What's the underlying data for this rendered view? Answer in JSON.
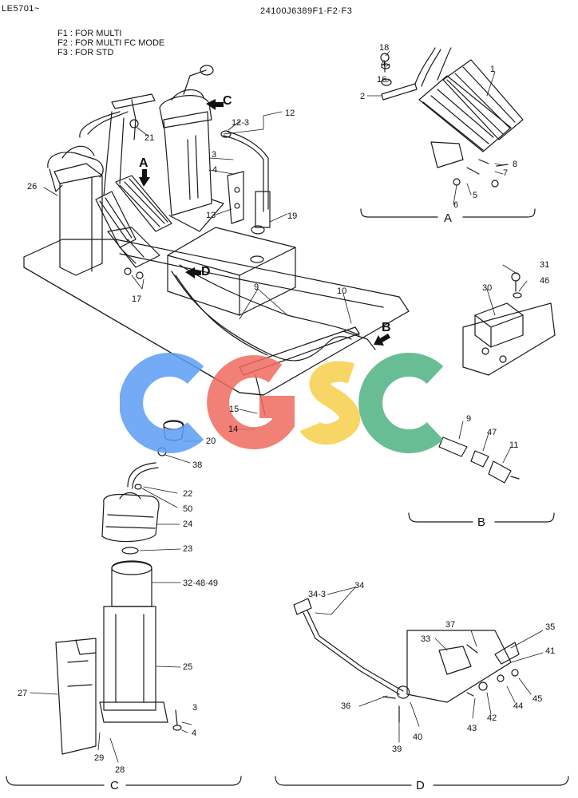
{
  "header": {
    "code_left": "LE5701~",
    "code_right": "24100J6389F1·F2·F3",
    "notes": [
      "F1 : FOR MULTI",
      "F2 : FOR MULTI FC MODE",
      "F3 : FOR STD"
    ]
  },
  "views": {
    "a": "A",
    "b": "B",
    "c": "C",
    "d": "D"
  },
  "callouts": {
    "c": "C",
    "a": "A",
    "d": "D",
    "b": "B"
  },
  "parts": {
    "p1": "1",
    "p2": "2",
    "p3": "3",
    "p4": "4",
    "p5": "5",
    "p6": "6",
    "p7": "7",
    "p8": "8",
    "p9": "9",
    "p10": "10",
    "p11": "11",
    "p12": "12",
    "p12_3": "12-3",
    "p13": "13",
    "p14": "14",
    "p15": "15",
    "p16": "16",
    "p17": "17",
    "p18": "18",
    "p19": "19",
    "p20": "20",
    "p21": "21",
    "p22": "22",
    "p23": "23",
    "p24": "24",
    "p25": "25",
    "p26": "26",
    "p27": "27",
    "p28": "28",
    "p29": "29",
    "p30": "30",
    "p31": "31",
    "p32_48_49": "32·48·49",
    "p33": "33",
    "p34": "34",
    "p34_3": "34-3",
    "p35": "35",
    "p36": "36",
    "p37": "37",
    "p38": "38",
    "p39": "39",
    "p40": "40",
    "p41": "41",
    "p42": "42",
    "p43": "43",
    "p44": "44",
    "p45": "45",
    "p46": "46",
    "p47": "47",
    "p50": "50"
  },
  "watermark": {
    "text": "CGSC",
    "colors": [
      "#5b9cf4",
      "#ee6a5e",
      "#f7cf4a",
      "#4fb283"
    ]
  }
}
